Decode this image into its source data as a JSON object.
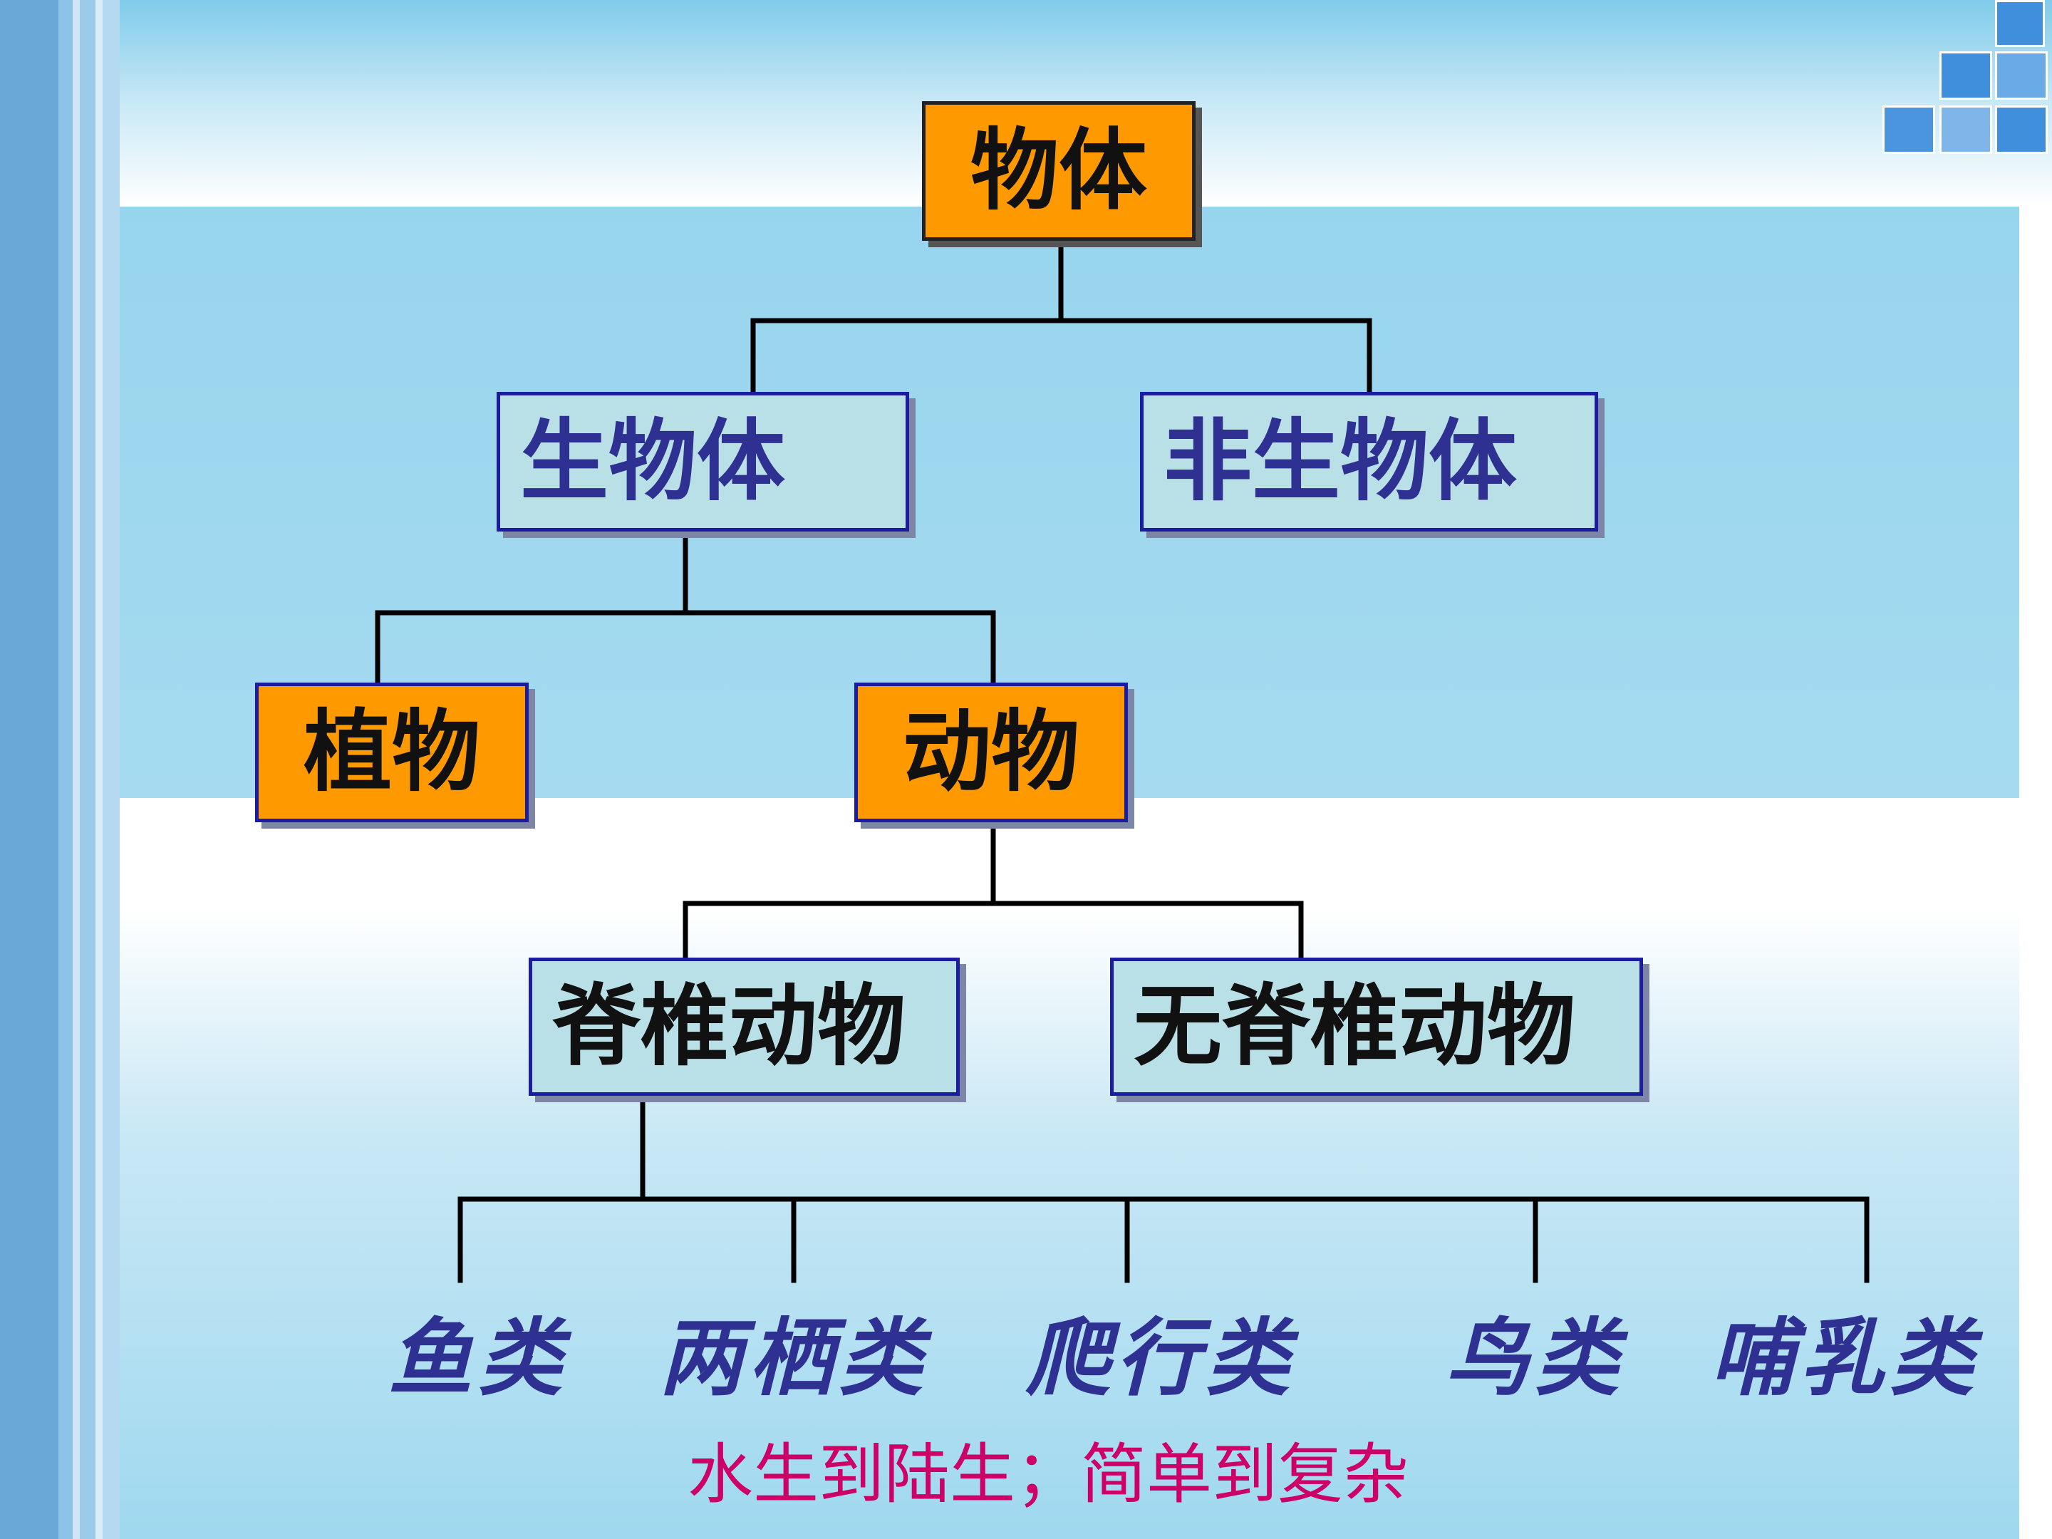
{
  "tree": {
    "root": "物体",
    "living": "生物体",
    "nonliving": "非生物体",
    "plants": "植物",
    "animals": "动物",
    "vertebrates": "脊椎动物",
    "invertebrates": "无脊椎动物"
  },
  "classes": [
    {
      "label": "鱼类"
    },
    {
      "label": "两栖类"
    },
    {
      "label": "爬行类"
    },
    {
      "label": "鸟类"
    },
    {
      "label": "哺乳类"
    }
  ],
  "caption": "水生到陆生；简单到复杂",
  "colors": {
    "orange_box": "#ff9900",
    "cyan_box": "#b9e0e6",
    "navy_text": "#2e3192",
    "caption_text": "#cc0066",
    "line": "#000000"
  }
}
